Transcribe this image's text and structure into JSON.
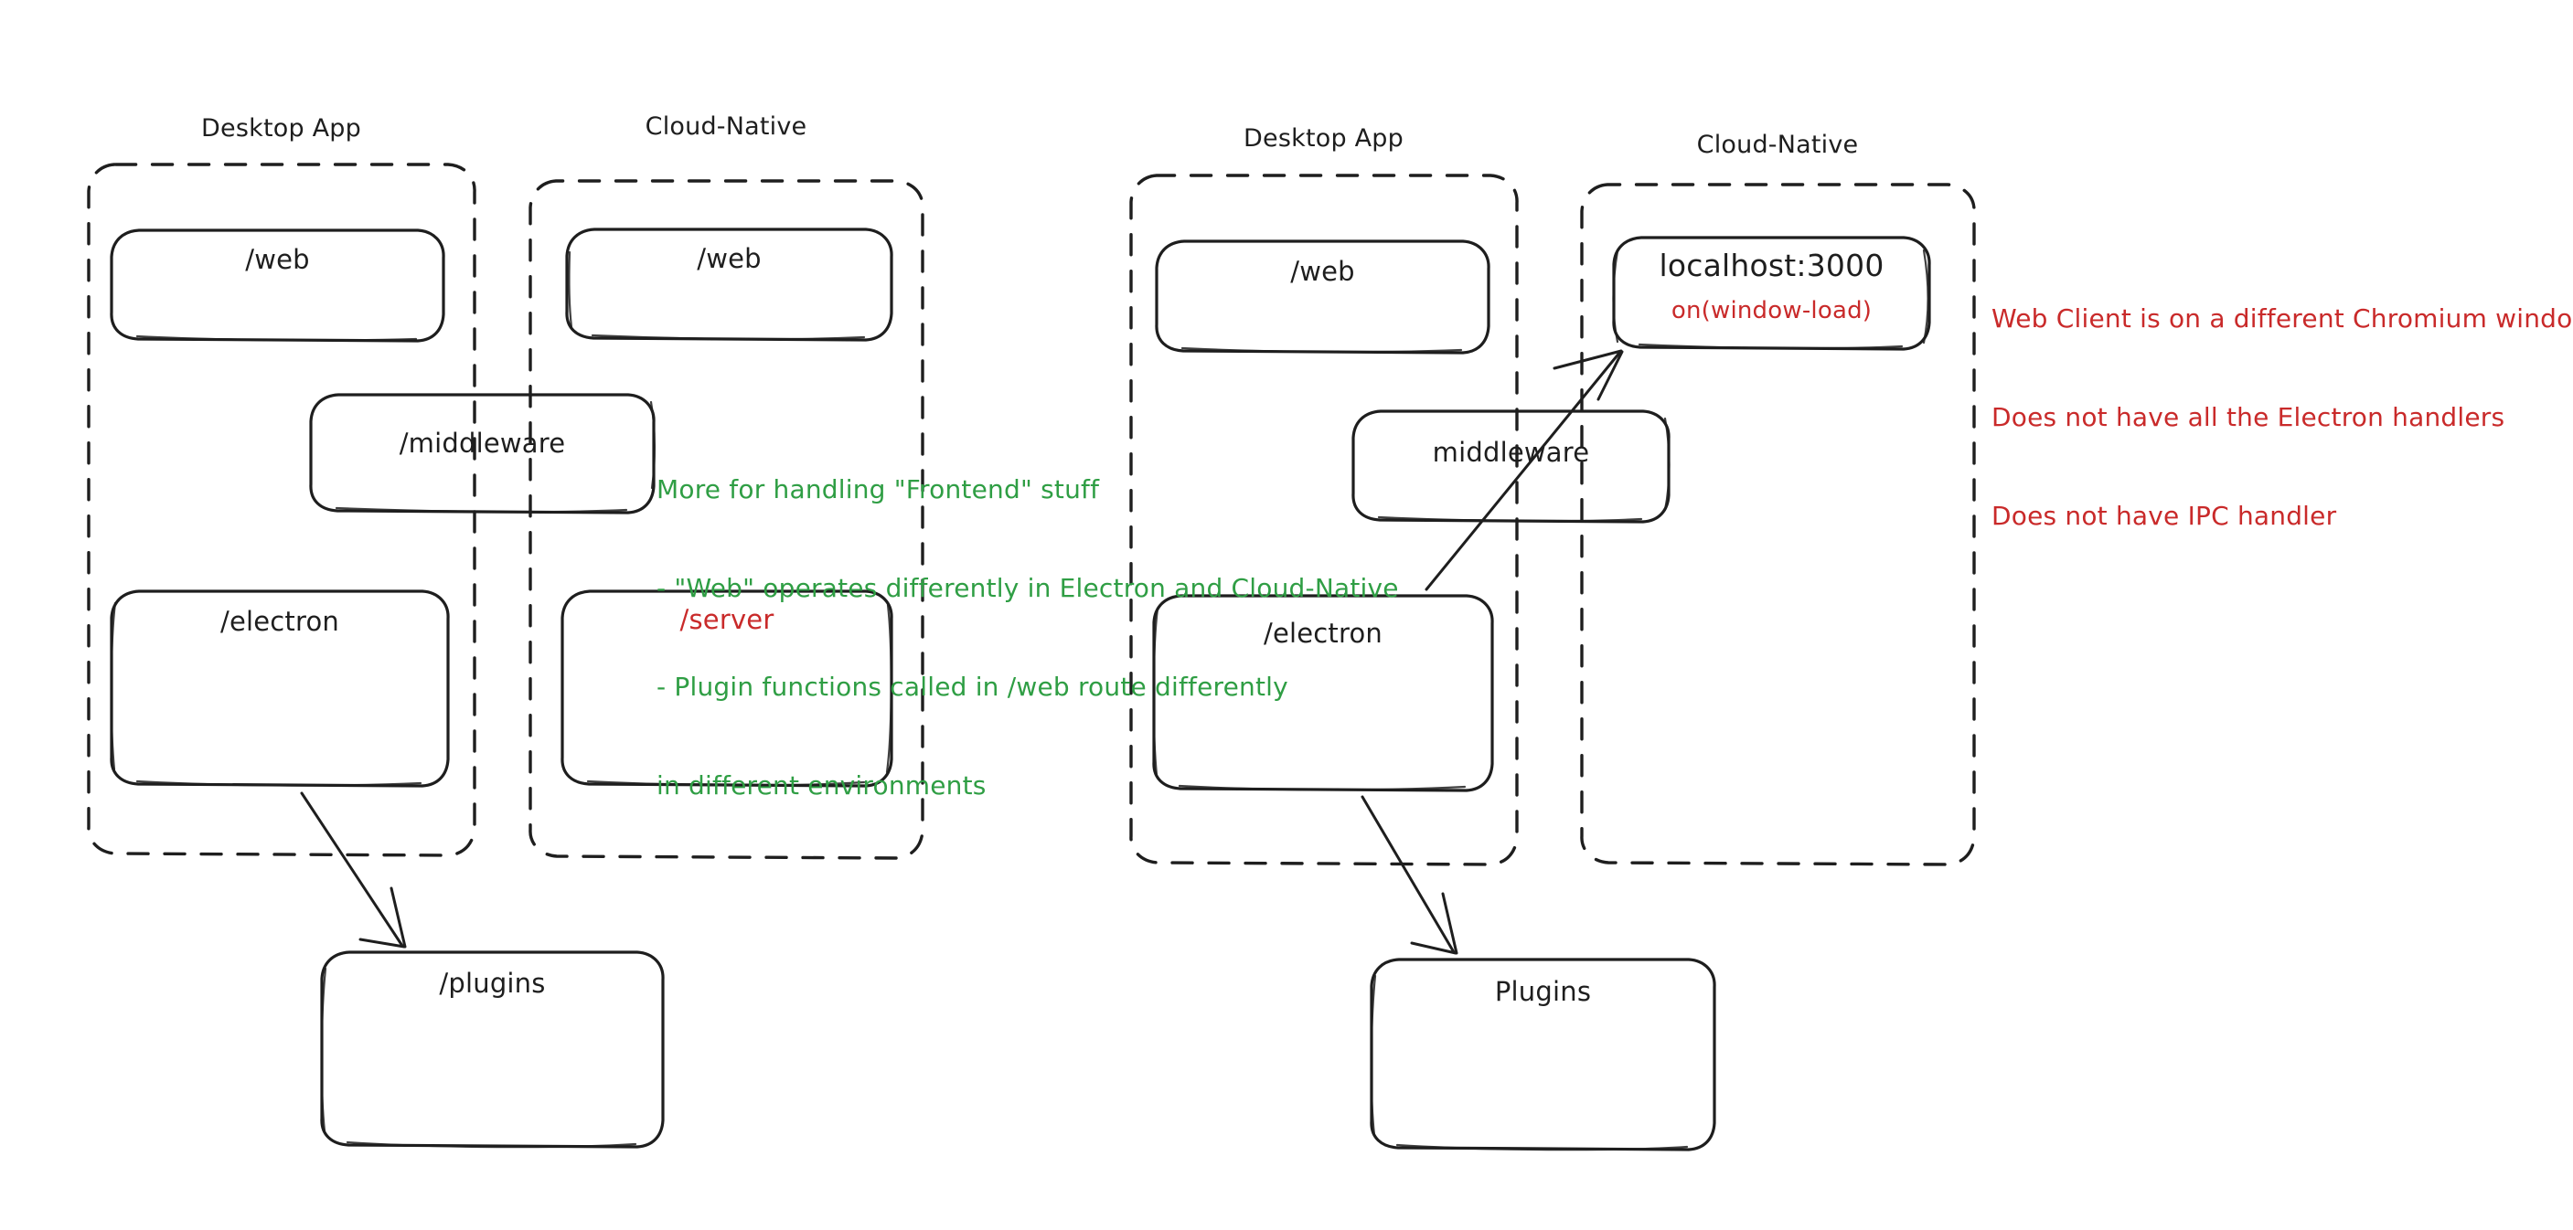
{
  "diagram": {
    "title_hidden": "",
    "style": "hand-drawn whiteboard / excalidraw",
    "colors": {
      "stroke": "#1e1e1e",
      "green_note": "#2f9e44",
      "red_note": "#c92a2a",
      "background": "#ffffff"
    },
    "groups": [
      {
        "id": "left-desktop",
        "label": "Desktop App",
        "side": "left"
      },
      {
        "id": "left-cloud",
        "label": "Cloud-Native",
        "side": "left"
      },
      {
        "id": "right-desktop",
        "label": "Desktop App",
        "side": "right"
      },
      {
        "id": "right-cloud",
        "label": "Cloud-Native",
        "side": "right"
      }
    ],
    "nodes": {
      "left_desktop_web": {
        "label": "/web"
      },
      "left_cloud_web": {
        "label": "/web"
      },
      "left_middleware": {
        "label": "/middleware"
      },
      "left_electron": {
        "label": "/electron"
      },
      "left_server": {
        "label": "/server"
      },
      "left_plugins": {
        "label": "/plugins"
      },
      "right_desktop_web": {
        "label": "/web"
      },
      "right_localhost": {
        "label": "localhost:3000",
        "sublabel": "on(window-load)"
      },
      "right_middleware": {
        "label": "middleware"
      },
      "right_electron": {
        "label": "/electron"
      },
      "right_plugins": {
        "label": "Plugins"
      }
    },
    "notes": {
      "green": {
        "line1": "More for handling \"Frontend\" stuff",
        "line2": "- \"Web\" operates differently in Electron and Cloud-Native",
        "line3": "- Plugin functions called in /web route differently",
        "line4": "in different environments"
      },
      "red": {
        "line1": "Web Client is on a different Chromium window",
        "line2": "Does not have all the Electron handlers",
        "line3": "Does not have IPC handler"
      }
    },
    "arrows": [
      {
        "id": "left-electron-to-plugins",
        "from": "left_electron",
        "to": "left_plugins"
      },
      {
        "id": "right-electron-to-plugins",
        "from": "right_electron",
        "to": "right_plugins"
      },
      {
        "id": "right-electron-to-localhost",
        "from": "right_electron",
        "to": "right_localhost"
      }
    ]
  }
}
